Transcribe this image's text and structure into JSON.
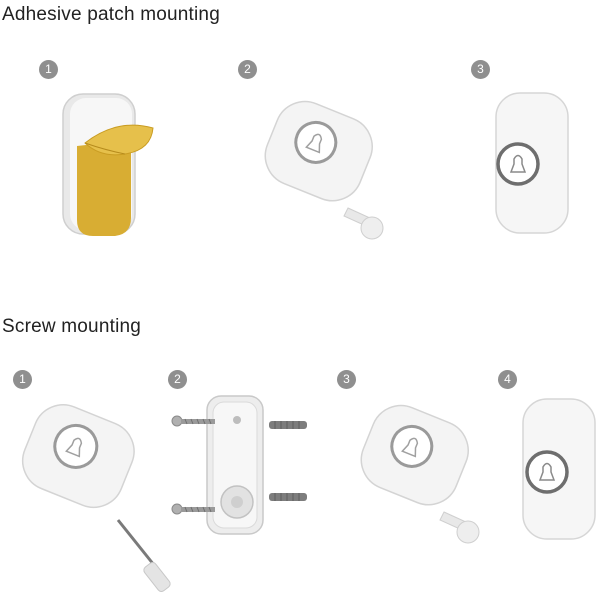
{
  "sections": [
    {
      "title": "Adhesive patch mounting",
      "steps": [
        "1",
        "2",
        "3"
      ]
    },
    {
      "title": "Screw mounting",
      "steps": [
        "1",
        "2",
        "3",
        "4"
      ]
    }
  ],
  "colors": {
    "badge": "#8f8f8f",
    "device_body": "#f4f4f4",
    "adhesive": "#dbb23a",
    "screw": "#9a9a9a",
    "anchor": "#7d7d7d"
  },
  "icons": [
    "adhesive-patch-icon",
    "bell-icon",
    "pull-tab-icon",
    "screwdriver-icon",
    "screw-icon",
    "wall-anchor-icon"
  ]
}
